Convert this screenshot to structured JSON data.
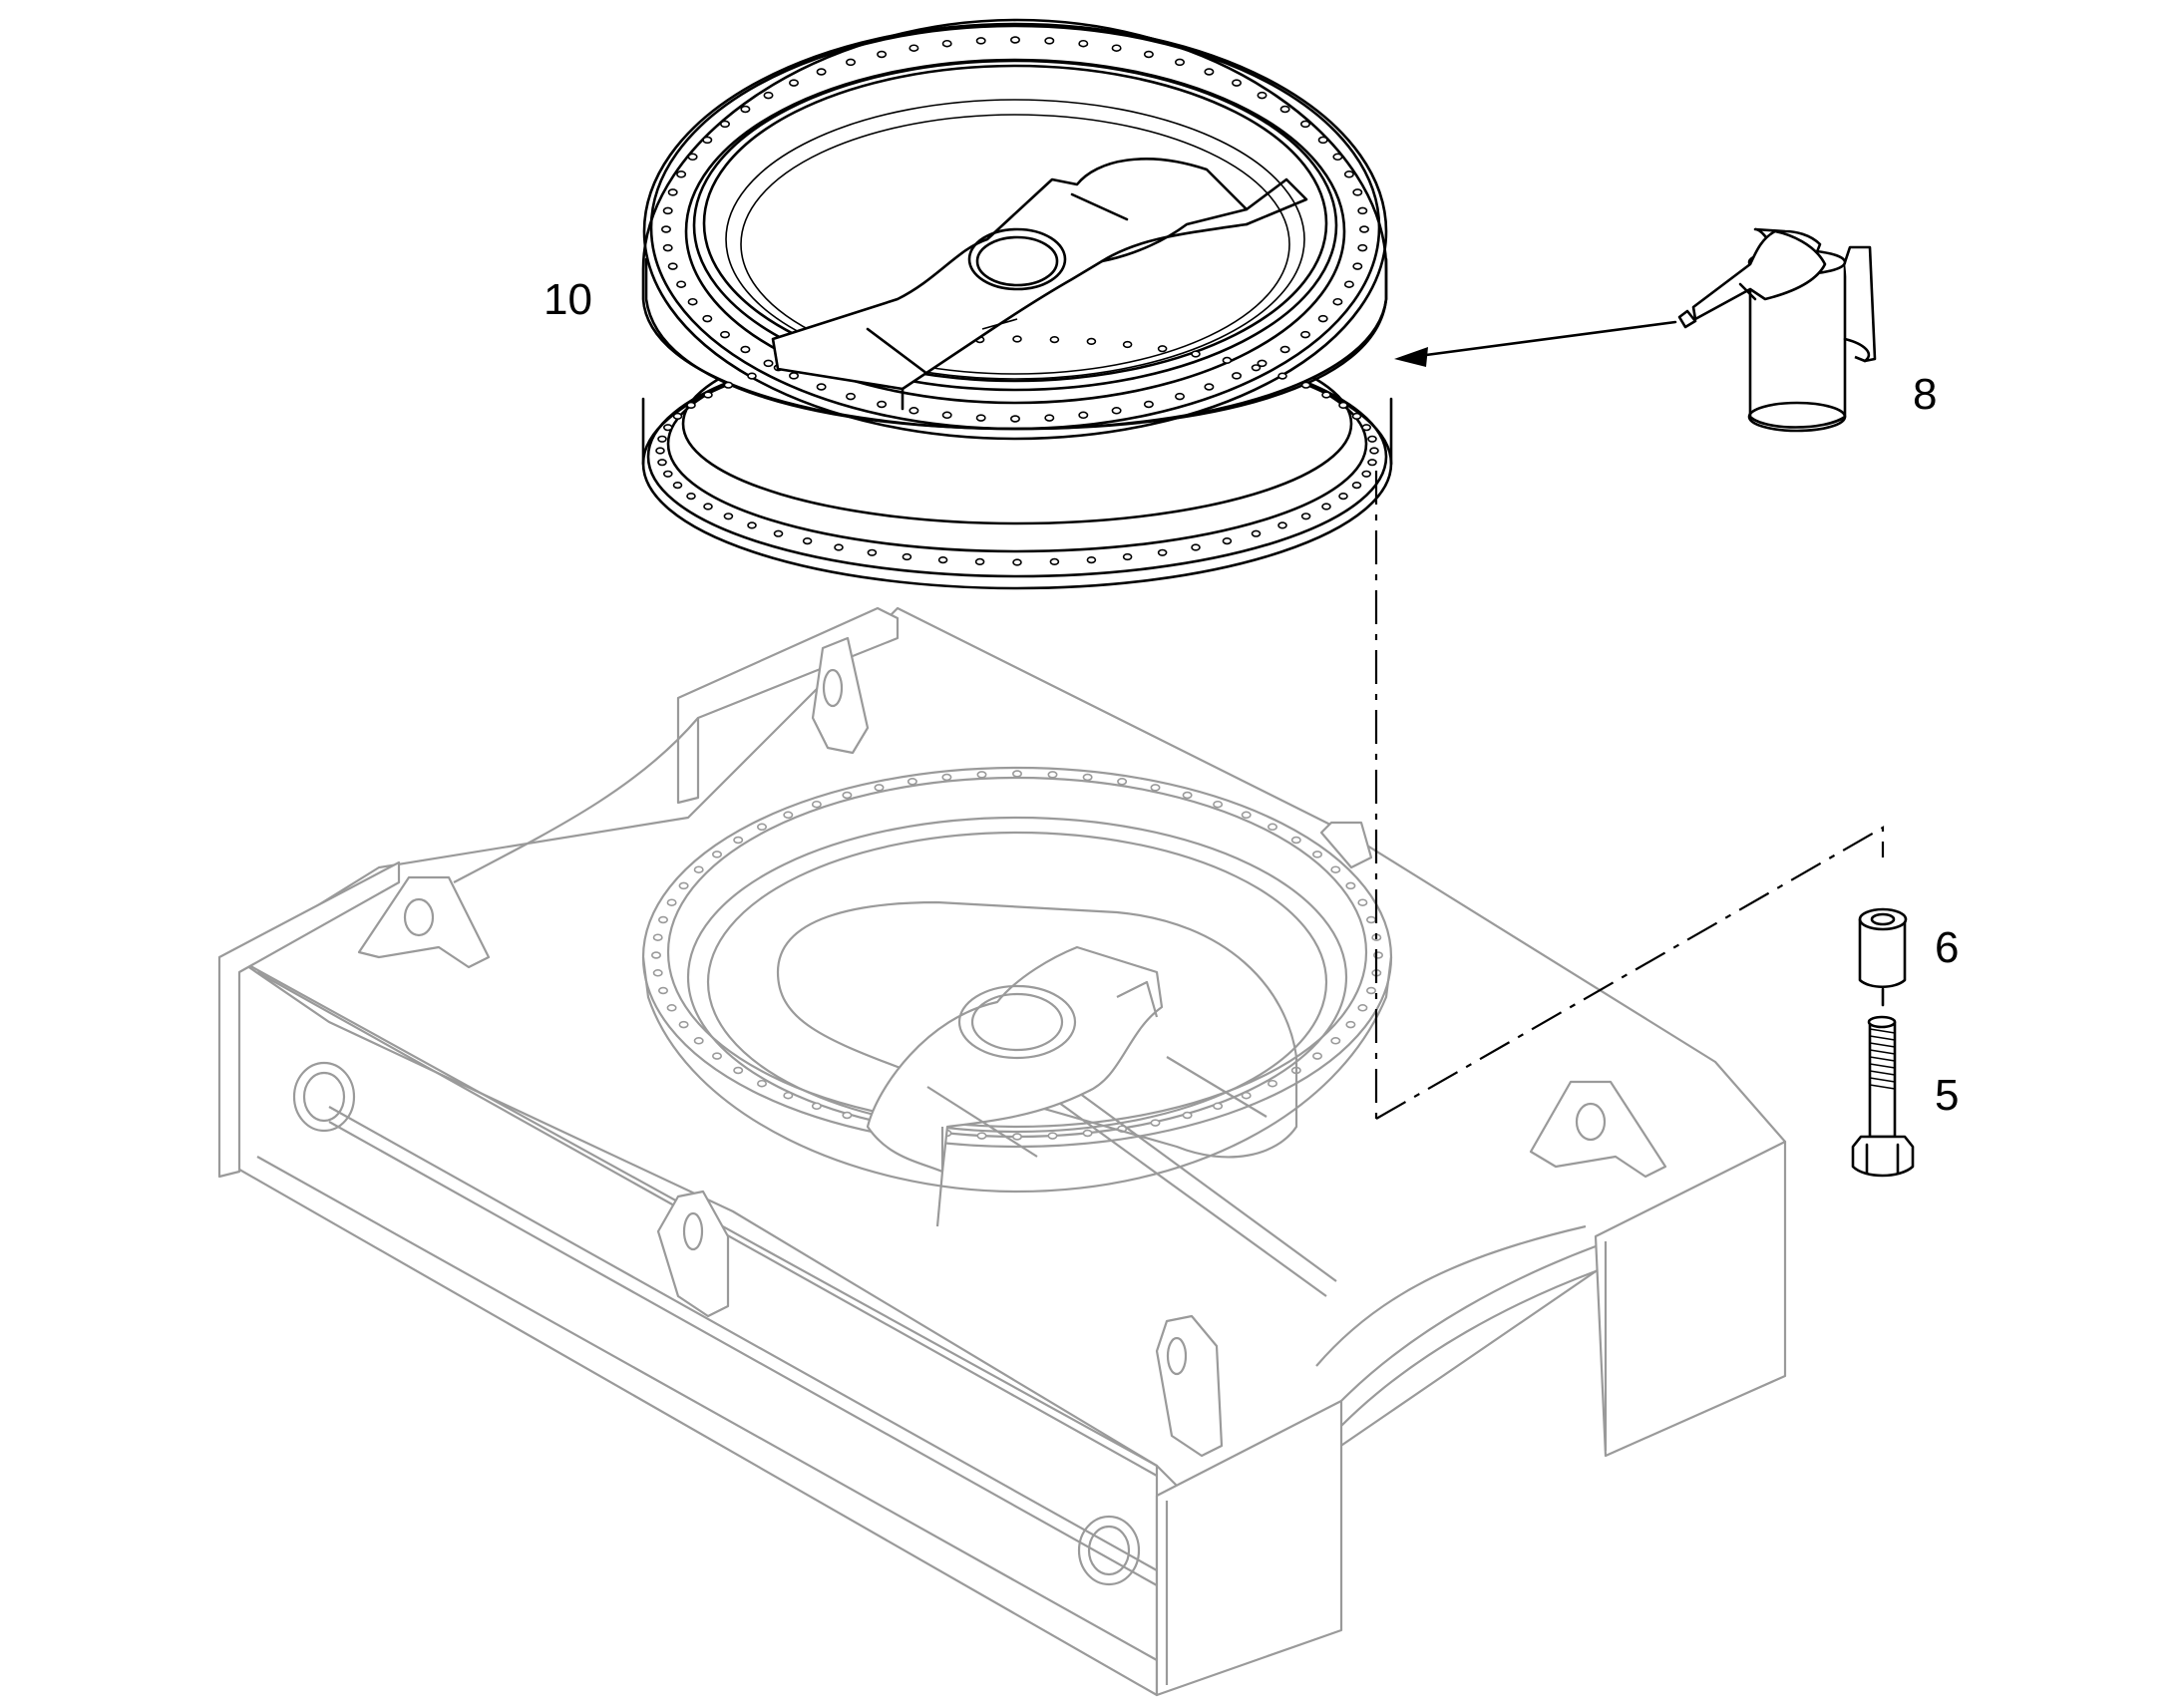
{
  "callouts": [
    {
      "id": "10",
      "label": "10"
    },
    {
      "id": "8",
      "label": "8"
    },
    {
      "id": "6",
      "label": "6"
    },
    {
      "id": "5",
      "label": "5"
    }
  ],
  "colors": {
    "foreground": "#000000",
    "background": "#ffffff",
    "ghost": "#9a9a9a"
  }
}
